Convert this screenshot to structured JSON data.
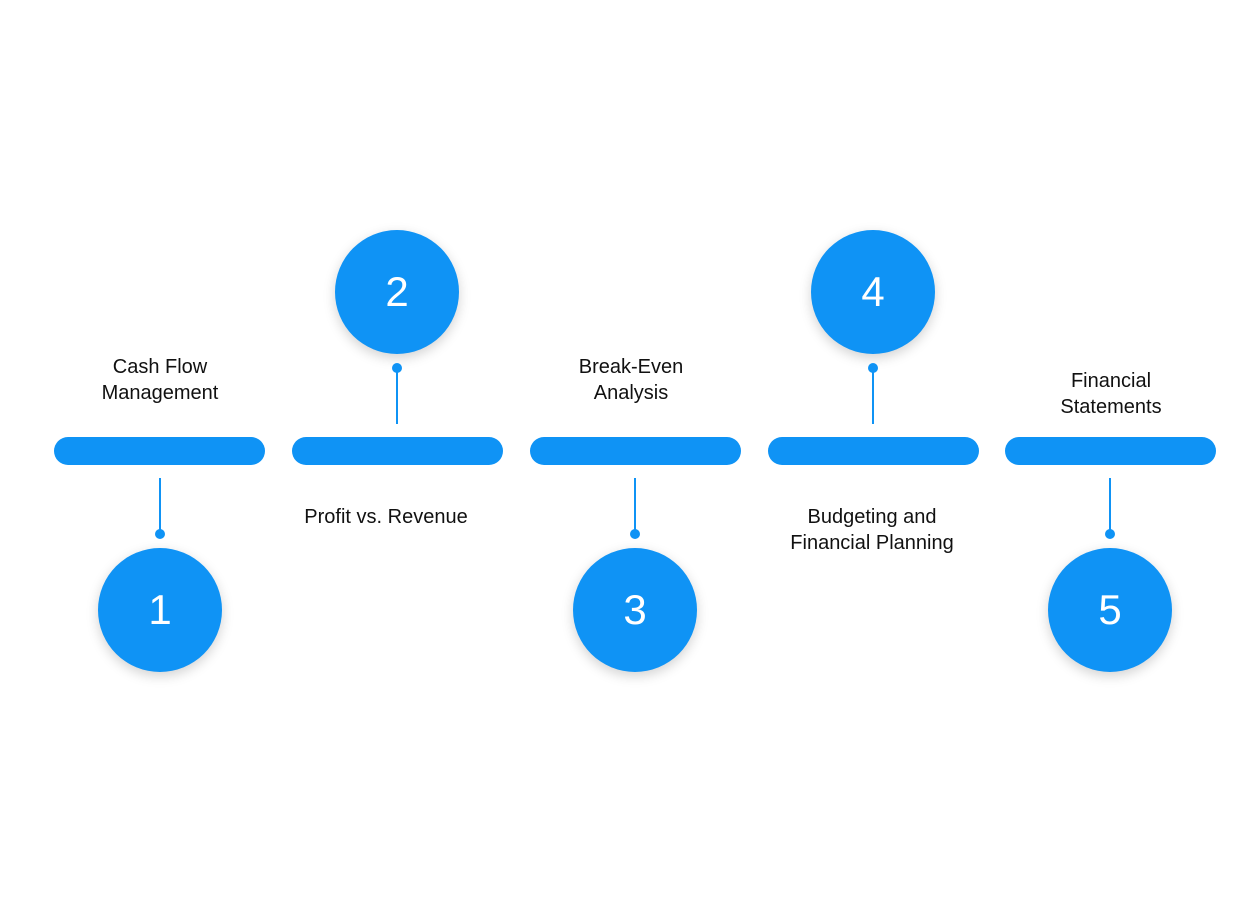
{
  "accent_color": "#0f93f5",
  "steps": [
    {
      "number": "1",
      "label": "Cash Flow\nManagement"
    },
    {
      "number": "2",
      "label": "Profit vs. Revenue"
    },
    {
      "number": "3",
      "label": "Break-Even\nAnalysis"
    },
    {
      "number": "4",
      "label": "Budgeting and\nFinancial Planning"
    },
    {
      "number": "5",
      "label": "Financial\nStatements"
    }
  ]
}
